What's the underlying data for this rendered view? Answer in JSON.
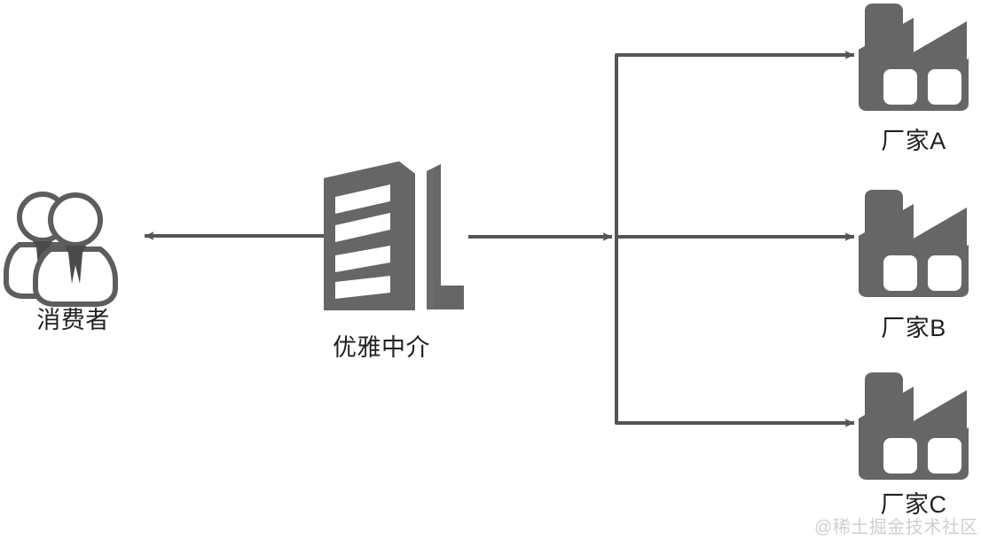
{
  "diagram": {
    "type": "flow-diagram",
    "background_color": "#ffffff",
    "icon_color": "#666666",
    "line_color": "#555555",
    "text_color": "#231f20",
    "nodes": [
      {
        "id": "consumer",
        "label": "消费者",
        "icon": "two-people-icon"
      },
      {
        "id": "broker",
        "label": "优雅中介",
        "icon": "office-building-icon"
      },
      {
        "id": "factory-a",
        "label": "厂家A",
        "icon": "factory-icon"
      },
      {
        "id": "factory-b",
        "label": "厂家B",
        "icon": "factory-icon"
      },
      {
        "id": "factory-c",
        "label": "厂家C",
        "icon": "factory-icon"
      }
    ],
    "edges": [
      {
        "from": "broker",
        "to": "consumer",
        "direction": "left"
      },
      {
        "from": "broker",
        "to": "factory-a",
        "direction": "right"
      },
      {
        "from": "broker",
        "to": "factory-b",
        "direction": "right"
      },
      {
        "from": "broker",
        "to": "factory-c",
        "direction": "right"
      }
    ]
  },
  "watermark": {
    "text": "@稀土掘金技术社区",
    "color": "#cfcfcf"
  }
}
